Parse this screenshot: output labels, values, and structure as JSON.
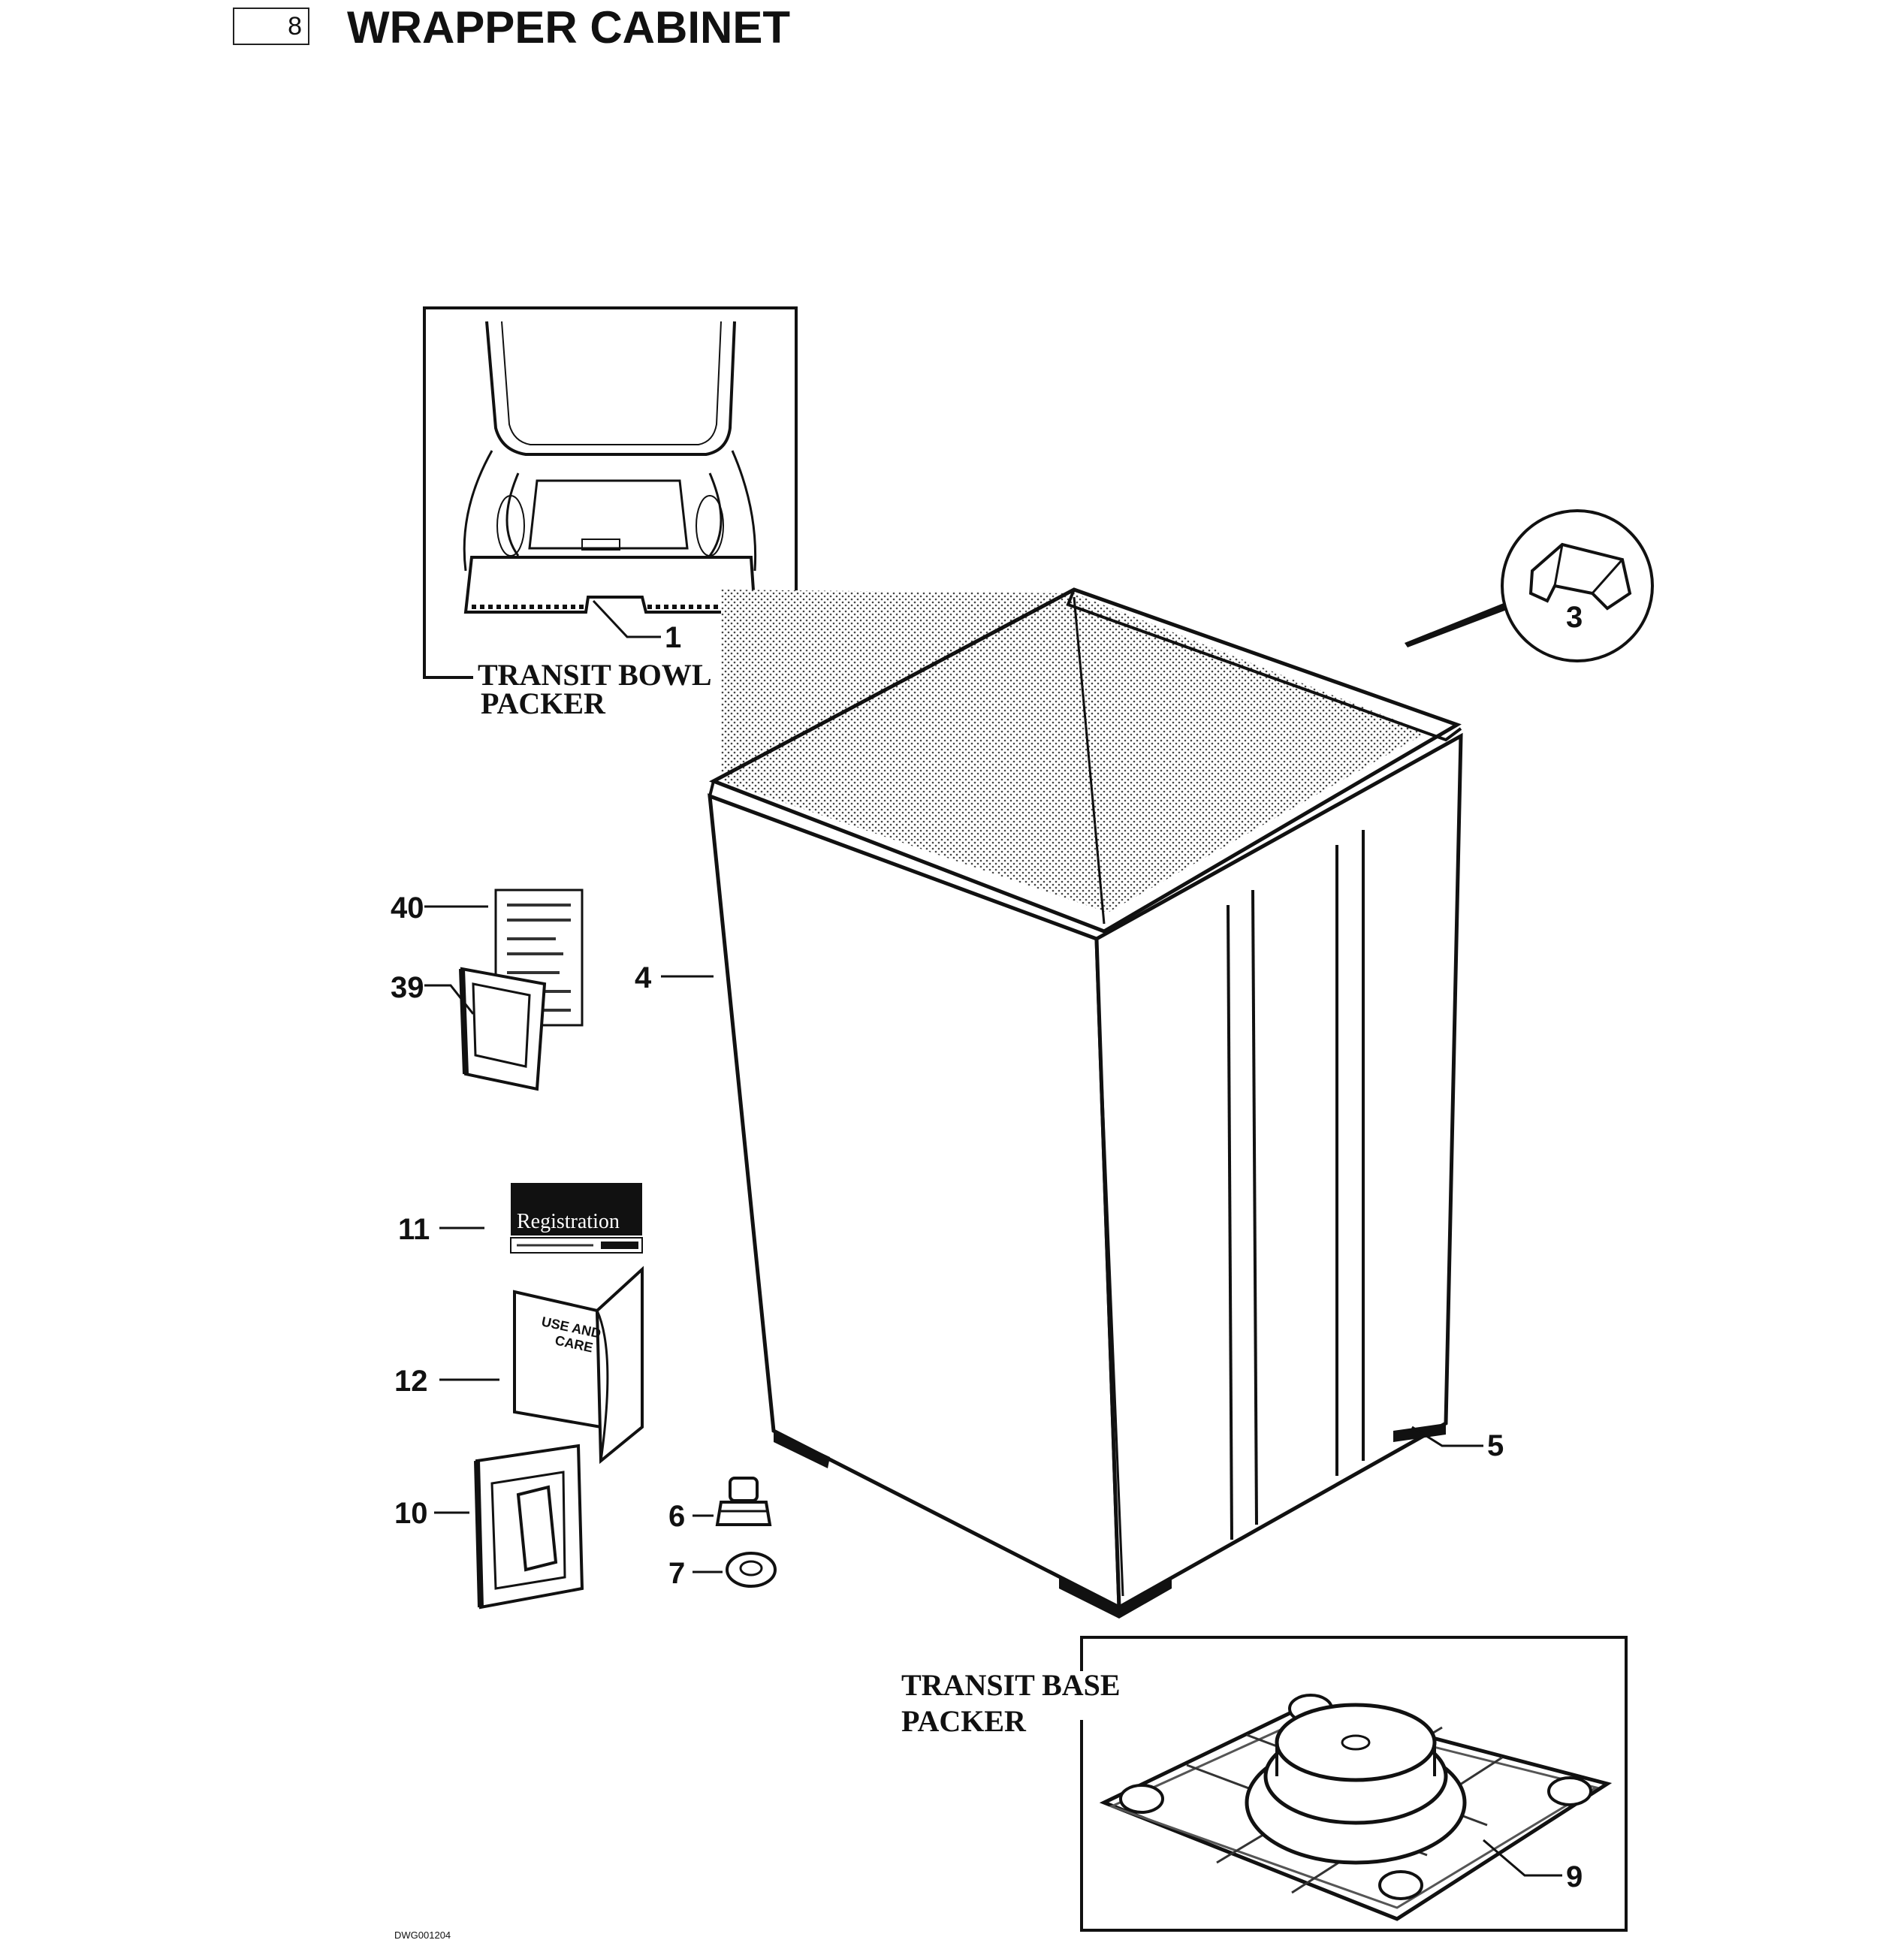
{
  "header": {
    "page_number": "8",
    "title": "WRAPPER CABINET"
  },
  "insets": {
    "transit_bowl_packer": {
      "line1": "TRANSIT BOWL",
      "line2": "PACKER"
    },
    "transit_base_packer": {
      "line1": "TRANSIT BASE",
      "line2": "PACKER"
    }
  },
  "callouts": {
    "c1": "1",
    "c3": "3",
    "c4": "4",
    "c5": "5",
    "c6": "6",
    "c7": "7",
    "c9": "9",
    "c10": "10",
    "c11": "11",
    "c12": "12",
    "c39": "39",
    "c40": "40"
  },
  "literature": {
    "registration_card": "Registration",
    "use_and_care_line1": "USE AND",
    "use_and_care_line2": "CARE"
  },
  "footer": {
    "drawing_code": "DWG001204"
  }
}
